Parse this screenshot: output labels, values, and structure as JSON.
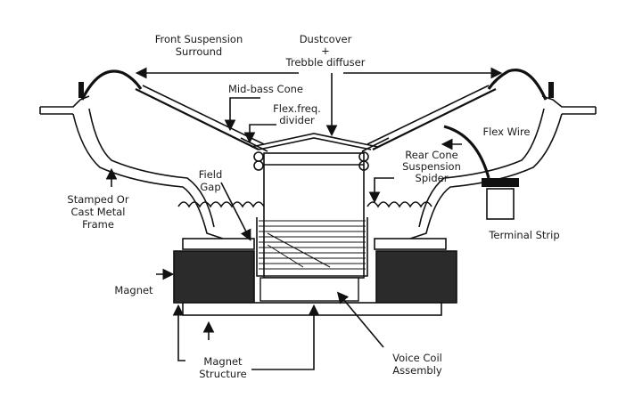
{
  "labels": {
    "front_suspension_1": "Front Suspension",
    "front_suspension_2": "Surround",
    "dustcover_1": "Dustcover",
    "dustcover_2": "+",
    "dustcover_3": "Trebble diffuser",
    "mid_bass_cone": "Mid-bass Cone",
    "flex_freq_1": "Flex.freq.",
    "flex_freq_2": "divider",
    "flex_wire": "Flex Wire",
    "rear_cone_1": "Rear Cone",
    "rear_cone_2": "Suspension",
    "rear_cone_3": "Spider",
    "field_gap_1": "Field",
    "field_gap_2": "Gap",
    "frame_1": "Stamped Or",
    "frame_2": "Cast Metal",
    "frame_3": "Frame",
    "terminal_strip": "Terminal Strip",
    "magnet": "Magnet",
    "magnet_structure_1": "Magnet",
    "magnet_structure_2": "Structure",
    "voice_coil_1": "Voice Coil",
    "voice_coil_2": "Assembly"
  },
  "colors": {
    "ink": "#111111",
    "magnet_fill": "#2b2b2b",
    "background": "#ffffff"
  }
}
